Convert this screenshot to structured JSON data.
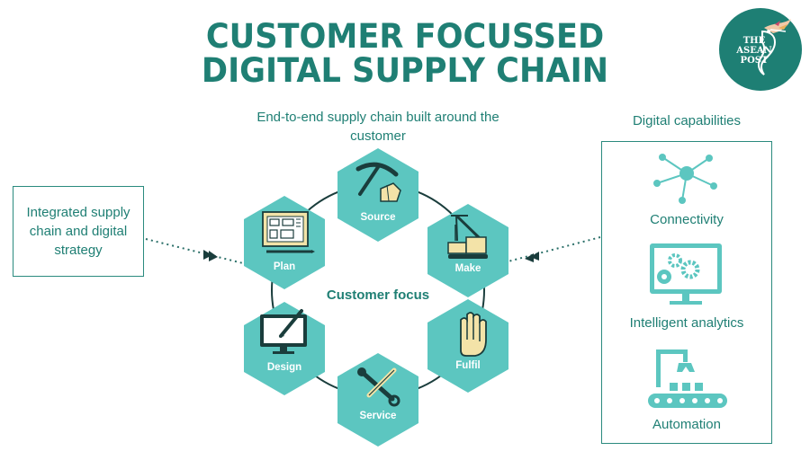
{
  "title": {
    "line1": "CUSTOMER FOCUSSED",
    "line2": "DIGITAL SUPPLY CHAIN"
  },
  "logo": {
    "line1": "THE",
    "line2": "ASEAN",
    "line3": "POST",
    "icon": "hummingbird-icon"
  },
  "subtitle": "End-to-end supply chain built around the customer",
  "left_box": {
    "text": "Integrated supply chain and digital strategy"
  },
  "center": {
    "text": "Customer focus"
  },
  "hexagons": [
    {
      "label": "Source",
      "icon": "pickaxe-icon"
    },
    {
      "label": "Make",
      "icon": "crane-icon"
    },
    {
      "label": "Fulfil",
      "icon": "hand-icon"
    },
    {
      "label": "Service",
      "icon": "wrench-screwdriver-icon"
    },
    {
      "label": "Design",
      "icon": "monitor-pen-icon"
    },
    {
      "label": "Plan",
      "icon": "blueprint-icon"
    }
  ],
  "capabilities": {
    "title": "Digital capabilities",
    "items": [
      {
        "label": "Connectivity",
        "icon": "network-icon"
      },
      {
        "label": "Intelligent analytics",
        "icon": "monitor-gears-icon"
      },
      {
        "label": "Automation",
        "icon": "robot-arm-conveyor-icon"
      }
    ]
  },
  "colors": {
    "primary_text": "#1f7f74",
    "hex_fill": "#5cc6c0",
    "dark_teal": "#1e7f74",
    "icon_dark": "#1a3d3c"
  }
}
